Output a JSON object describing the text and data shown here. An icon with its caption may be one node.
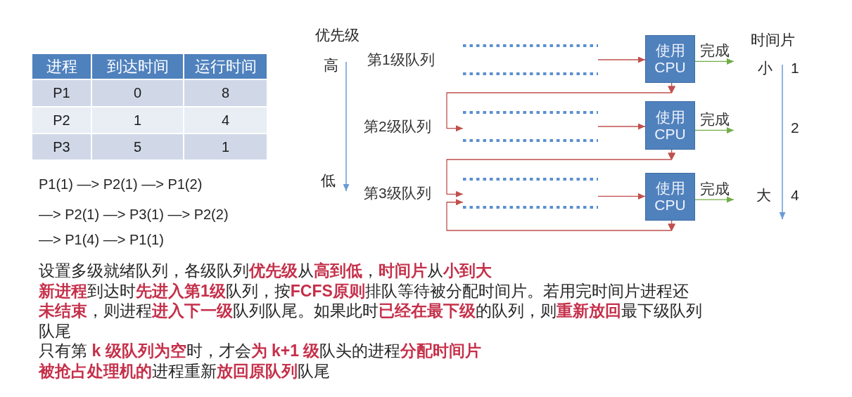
{
  "diagram": {
    "nodes": [
      {
        "text": [],
        "shape": "band",
        "beside": [
          "第1级队列"
        ]
      },
      {
        "text": [
          "使用CPU"
        ]
      },
      {
        "text": [],
        "shape": "band",
        "beside": [
          "第2级队列"
        ]
      },
      {
        "text": [
          "使用CPU"
        ]
      },
      {
        "text": [],
        "shape": "band",
        "beside": [
          "第3级队列"
        ]
      },
      {
        "text": [
          "使用CPU"
        ]
      }
    ],
    "edges": [
      {
        "from": 0,
        "to": 1,
        "arrow": "to"
      },
      {
        "from": 1,
        "to": null,
        "arrow": "to",
        "label": "完成",
        "color": "#70ad47"
      },
      {
        "from": 1,
        "to": 2,
        "arrow": "to"
      },
      {
        "from": 2,
        "to": 3,
        "arrow": "to"
      },
      {
        "from": 3,
        "to": null,
        "arrow": "to",
        "label": "完成",
        "color": "#70ad47"
      },
      {
        "from": 3,
        "to": 4,
        "arrow": "to"
      },
      {
        "from": 4,
        "to": 5,
        "arrow": "to"
      },
      {
        "from": 5,
        "to": null,
        "arrow": "to",
        "label": "完成",
        "color": "#70ad47"
      },
      {
        "from": 5,
        "to": 4,
        "arrow": "to"
      }
    ],
    "labels": [
      "进程",
      "到达时间",
      "运行时间",
      "P1",
      "0",
      "8",
      "P2",
      "1",
      "4",
      "P3",
      "5",
      "1",
      "P1(1) —> P2(1) —> P1(2)",
      "—> P2(1) —> P3(1) —> P2(2)",
      "—> P1(4) —> P1(1)",
      "优先级",
      "高",
      "低",
      "时间片",
      "小",
      "1",
      "2",
      "大",
      "4",
      "设置多级就绪队列，各级队列**优先级**从**高到低**，**时间片**从**小到大**",
      "**新进程**到达时**先进入第1级**队列，按**FCFS原则**排队等待被分配时间片。若用完时间片进程还**未结束**，则进程**进入下一级**队列队尾。如果此时**已经在最下级**的队列，则**重新放回**最下级队列队尾",
      "只有第 **k 级队列为空**时，才会**为 k+1 级**队头的进程**分配时间片**",
      "**被抢占处理机的**进程重新**放回原队列**队尾"
    ]
  }
}
